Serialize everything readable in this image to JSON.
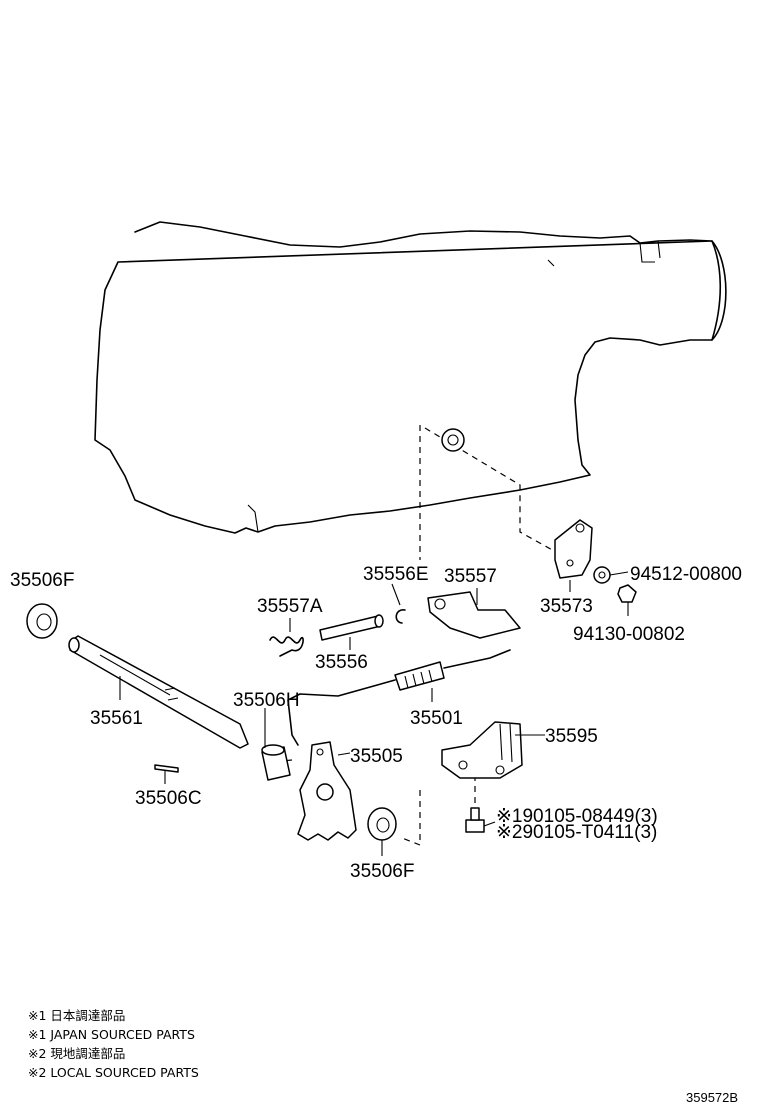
{
  "labels": {
    "p35506F_left": "35506F",
    "p35561": "35561",
    "p35557A": "35557A",
    "p35556": "35556",
    "p35556E": "35556E",
    "p35557": "35557",
    "p35573": "35573",
    "p94512": "94512-00800",
    "p94130": "94130-00802",
    "p35506H": "35506H",
    "p35501": "35501",
    "p35595": "35595",
    "p35505": "35505",
    "p35506C": "35506C",
    "p90105_1": "※190105-08449(3)",
    "p90105_2": "※290105-T0411(3)",
    "p35506F_bottom": "35506F"
  },
  "notes": [
    "※1 日本調達部品",
    "※1 JAPAN SOURCED PARTS",
    "※2 現地調達部品",
    "※2 LOCAL SOURCED PARTS"
  ],
  "figure_ref": "359572B"
}
